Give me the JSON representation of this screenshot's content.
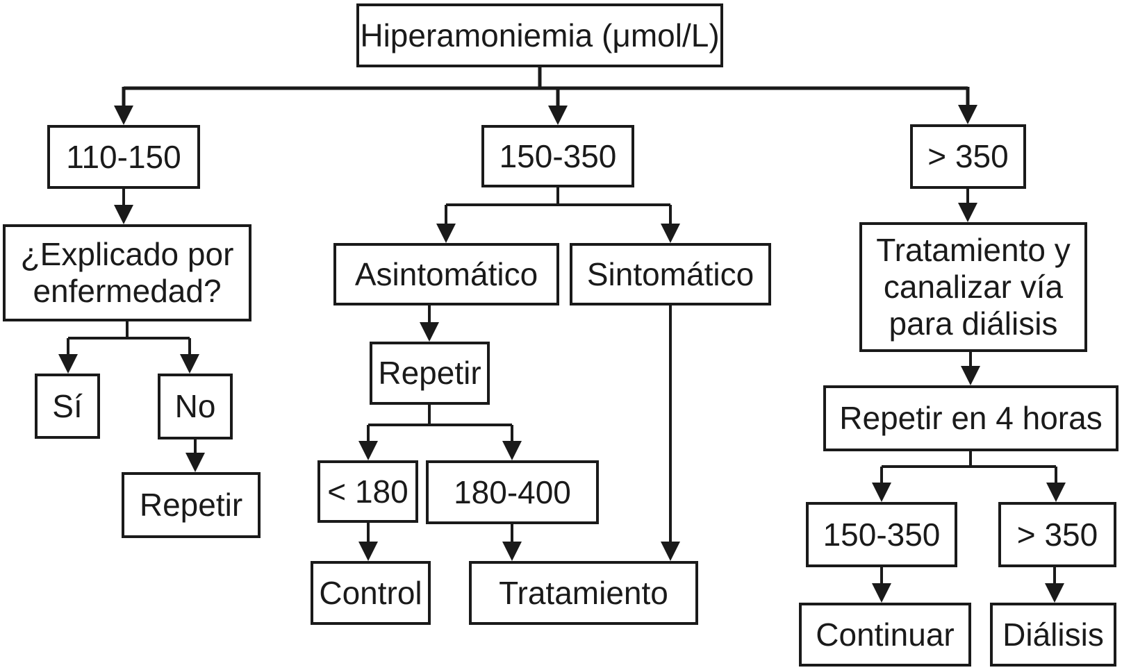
{
  "diagram": {
    "title": "Hiperamoniemia (μmol/L)",
    "colors": {
      "line": "#1a1a1a",
      "box_border": "#1a1a1a",
      "box_fill": "#ffffff",
      "background": "#ffffff"
    },
    "nodes": {
      "root": "Hiperamoniemia (μmol/L)",
      "range_110_150": "110-150",
      "explicado": "¿Explicado por enfermedad?",
      "si": "Sí",
      "no": "No",
      "repetir_izq": "Repetir",
      "range_150_350": "150-350",
      "asintomatico": "Asintomático",
      "sintomatico": "Sintomático",
      "repetir_centro": "Repetir",
      "menor_180": "< 180",
      "range_180_400": "180-400",
      "control": "Control",
      "tratamiento": "Tratamiento",
      "mayor_350": "> 350",
      "tratamiento_canalizar": "Tratamiento y canalizar vía para diálisis",
      "repetir_4_horas": "Repetir en 4 horas",
      "range_150_350_b": "150-350",
      "mayor_350_b": "> 350",
      "continuar": "Continuar",
      "dialisis": "Diálisis"
    },
    "edges": [
      {
        "from": "root",
        "to": "range_110_150"
      },
      {
        "from": "root",
        "to": "range_150_350"
      },
      {
        "from": "root",
        "to": "mayor_350"
      },
      {
        "from": "range_110_150",
        "to": "explicado"
      },
      {
        "from": "explicado",
        "to": "si"
      },
      {
        "from": "explicado",
        "to": "no"
      },
      {
        "from": "no",
        "to": "repetir_izq"
      },
      {
        "from": "range_150_350",
        "to": "asintomatico"
      },
      {
        "from": "range_150_350",
        "to": "sintomatico"
      },
      {
        "from": "asintomatico",
        "to": "repetir_centro"
      },
      {
        "from": "repetir_centro",
        "to": "menor_180"
      },
      {
        "from": "repetir_centro",
        "to": "range_180_400"
      },
      {
        "from": "menor_180",
        "to": "control"
      },
      {
        "from": "range_180_400",
        "to": "tratamiento"
      },
      {
        "from": "sintomatico",
        "to": "tratamiento"
      },
      {
        "from": "mayor_350",
        "to": "tratamiento_canalizar"
      },
      {
        "from": "tratamiento_canalizar",
        "to": "repetir_4_horas"
      },
      {
        "from": "repetir_4_horas",
        "to": "range_150_350_b"
      },
      {
        "from": "repetir_4_horas",
        "to": "mayor_350_b"
      },
      {
        "from": "range_150_350_b",
        "to": "continuar"
      },
      {
        "from": "mayor_350_b",
        "to": "dialisis"
      }
    ]
  }
}
